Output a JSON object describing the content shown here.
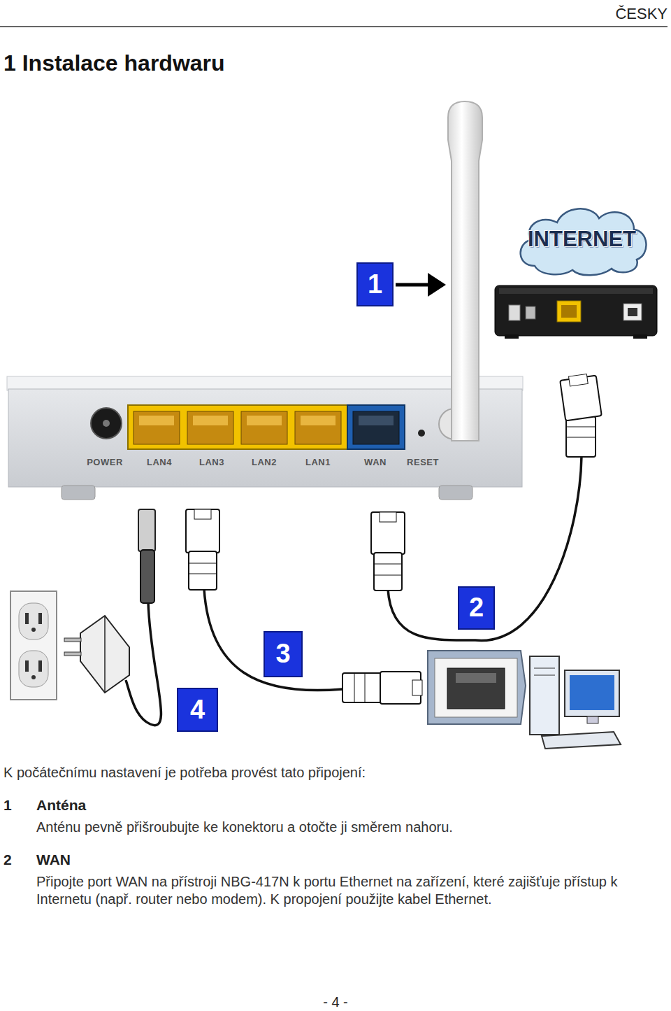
{
  "diagram": {
    "title": "1 Instalace hardwaru",
    "nodes": [
      {
        "text": [
          "INTERNET"
        ]
      },
      {
        "text": [
          "1"
        ]
      },
      {
        "text": [
          "2"
        ]
      },
      {
        "text": [
          "3"
        ]
      },
      {
        "text": [
          "4"
        ]
      }
    ],
    "labels": [
      "ČESKY",
      "POWER",
      "LAN4",
      "LAN3",
      "LAN2",
      "LAN1",
      "WAN",
      "RESET",
      "K počátečnímu nastavení je potřeba provést tato připojení:",
      "1",
      "Anténa",
      "Anténu pevně přišroubujte ke konektoru a otočte ji směrem nahoru.",
      "2",
      "WAN",
      "Připojte port WAN na přístroji NBG-417N k portu Ethernet na zařízení, které zajišťuje přístup k Internetu (např. router nebo modem). K propojení použijte kabel Ethernet.",
      "- 4 -"
    ]
  }
}
